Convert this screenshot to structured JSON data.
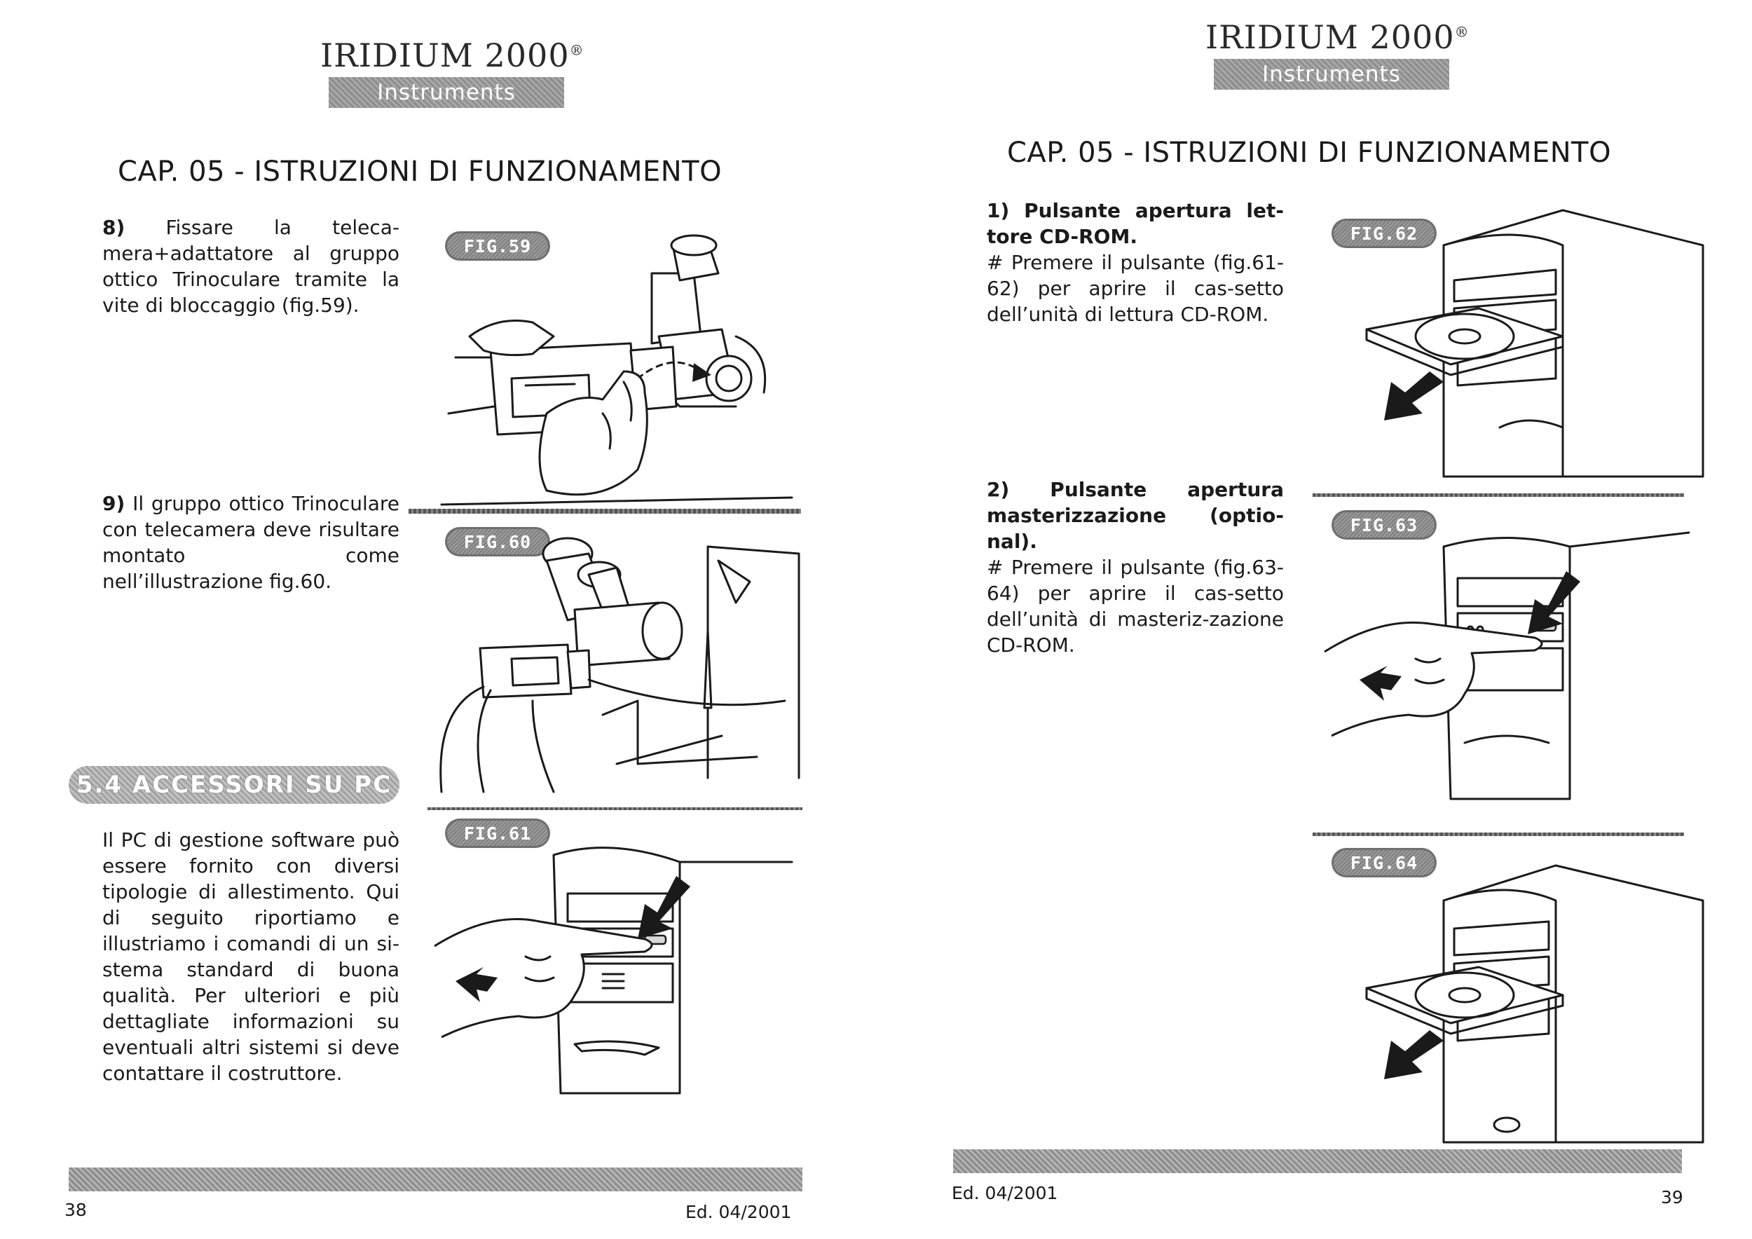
{
  "left": {
    "brand": {
      "title": "IRIDIUM 2000",
      "reg": "®",
      "subtitle": "Instruments"
    },
    "chapter": "CAP. 05 - ISTRUZIONI DI FUNZIONAMENTO",
    "step8": {
      "number": "8)",
      "text": "Fissare la teleca-mera+adattatore al gruppo ottico Trinoculare tramite la vite di bloccaggio (fig.59)."
    },
    "step9": {
      "number": "9)",
      "text": "Il gruppo ottico Trinoculare con telecamera deve risultare montato come nell’illustrazione fig.60."
    },
    "section": "5.4 ACCESSORI SU PC",
    "accessori_text": "Il PC di gestione software può essere fornito con diversi tipologie di allestimento. Qui di seguito riportiamo e illustriamo i comandi di un si-stema standard di buona qualità. Per ulteriori e più dettagliate informazioni su eventuali altri sistemi si deve contattare il costruttore.",
    "figures": {
      "fig59": "FIG.59",
      "fig60": "FIG.60",
      "fig61": "FIG.61"
    },
    "page_number": "38",
    "edition": "Ed. 04/2001"
  },
  "right": {
    "brand": {
      "title": "IRIDIUM 2000",
      "reg": "®",
      "subtitle": "Instruments"
    },
    "chapter": "CAP. 05 - ISTRUZIONI DI FUNZIONAMENTO",
    "item1": {
      "title": "1) Pulsante apertura let-tore CD-ROM.",
      "text": "# Premere il pulsante (fig.61-62) per aprire il cas-setto dell’unità di lettura CD-ROM."
    },
    "item2": {
      "title": "2) Pulsante apertura masterizzazione (optio-nal).",
      "text": "# Premere il pulsante (fig.63-64) per aprire il cas-setto dell’unità di masteriz-zazione CD-ROM."
    },
    "figures": {
      "fig62": "FIG.62",
      "fig63": "FIG.63",
      "fig64": "FIG.64"
    },
    "page_number": "39",
    "edition": "Ed. 04/2001"
  },
  "colors": {
    "ink": "#1a1a1a",
    "banner_gray": "#9a9a9a",
    "paper": "#ffffff"
  },
  "icons": [
    "arrow-icon",
    "pointing-hand-icon",
    "pc-tower-icon",
    "microscope-icon"
  ]
}
